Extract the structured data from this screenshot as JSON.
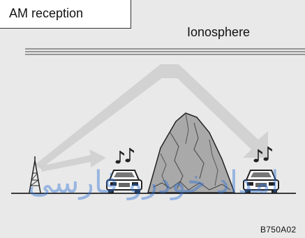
{
  "title": "AM reception",
  "ionosphere_label": "Ionosphere",
  "figure_code": "B750A02",
  "watermark_text": "امداد خودرو فارسی",
  "colors": {
    "background": "#e9e9e9",
    "arrow": "#cfcfcf",
    "ground": "#222222",
    "watermark": "#2a6fd6"
  },
  "icons": [
    "radio-tower-icon",
    "car-icon",
    "music-note-icon",
    "mountain-icon"
  ]
}
